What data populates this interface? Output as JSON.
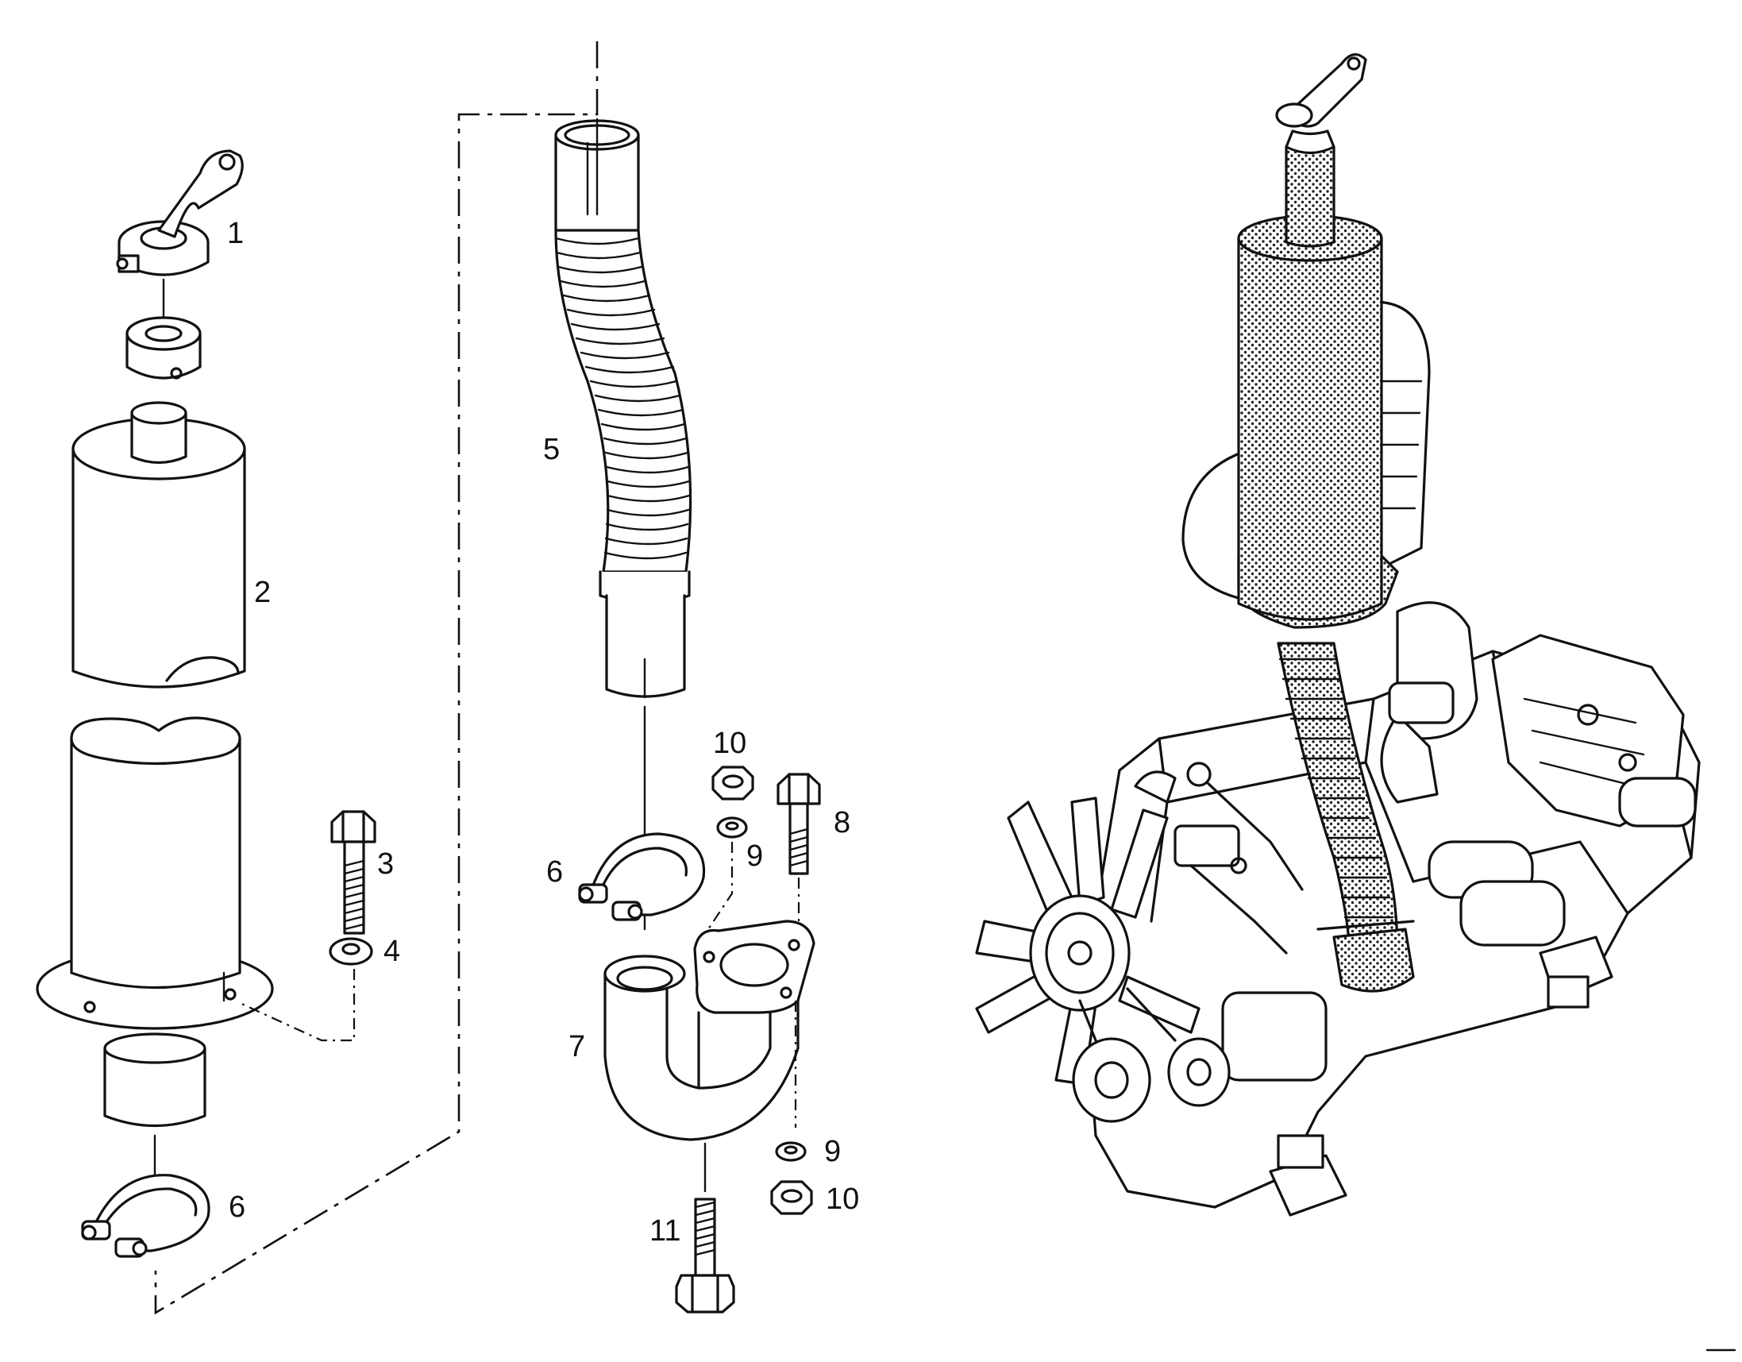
{
  "diagram": {
    "parts": [
      {
        "number": "1",
        "item": "rain-cap"
      },
      {
        "number": "2",
        "item": "muffler-upper-shell"
      },
      {
        "number": "3",
        "item": "bolt"
      },
      {
        "number": "4",
        "item": "lock-washer"
      },
      {
        "number": "5",
        "item": "flexible-exhaust-hose"
      },
      {
        "number": "6",
        "item": "clamp"
      },
      {
        "number": "7",
        "item": "elbow"
      },
      {
        "number": "8",
        "item": "bolt"
      },
      {
        "number": "9",
        "item": "washer"
      },
      {
        "number": "10",
        "item": "nut"
      },
      {
        "number": "11",
        "item": "bolt"
      }
    ],
    "labels": {
      "l1": "1",
      "l2": "2",
      "l3": "3",
      "l4": "4",
      "l5": "5",
      "l6a": "6",
      "l6b": "6",
      "l7": "7",
      "l8": "8",
      "l9a": "9",
      "l9b": "9",
      "l10a": "10",
      "l10b": "10",
      "l11": "11"
    },
    "icons": [
      "rain-cap-icon",
      "muffler-icon",
      "bolt-icon",
      "washer-icon",
      "nut-icon",
      "hose-icon",
      "clamp-icon",
      "elbow-icon",
      "engine-icon"
    ]
  }
}
